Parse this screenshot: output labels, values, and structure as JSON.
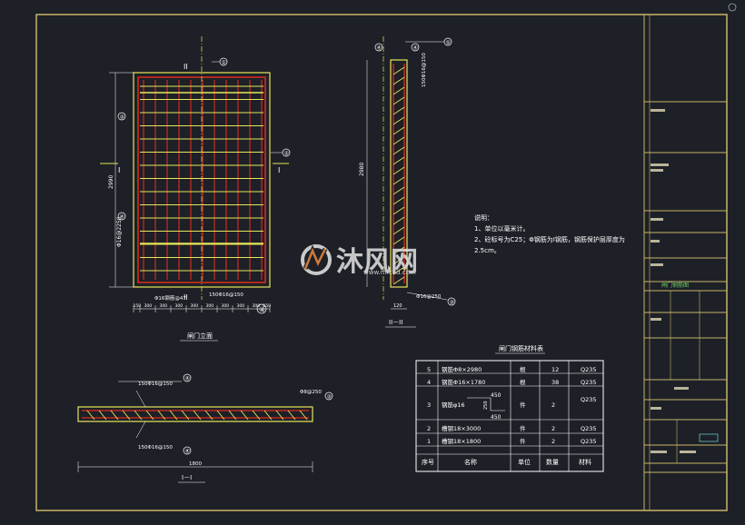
{
  "elevation": {
    "title": "闸门立面",
    "section_I": "I",
    "section_II": "II",
    "height_dim": "2990",
    "bottom_dims": [
      "150",
      "300",
      "300",
      "300",
      "300",
      "300",
      "300",
      "300",
      "300",
      "150"
    ],
    "spacing_note_left": "Φ16@2250",
    "callouts": [
      "①",
      "②",
      "③",
      "④"
    ],
    "bottom_label_left": "Φ16钢筋@47",
    "bottom_label_right": "150Φ16@150"
  },
  "section_2_2": {
    "title": "II－II",
    "height_dim": "2980",
    "top_note": "150Φ16@150",
    "bottom_note": "Φ16@250",
    "bottom_dim": "120",
    "callouts": [
      "④",
      "⑤",
      "③"
    ]
  },
  "section_1_1": {
    "title": "I－I",
    "top_note": "150Φ16@150",
    "bottom_note": "150Φ16@150",
    "right_note": "Φ8@250",
    "total_dim": "1800",
    "callouts": [
      "④",
      "③",
      "④"
    ]
  },
  "notes": {
    "heading": "说明：",
    "line1": "1、单位以毫米计。",
    "line2": "2、砼标号为C25；Φ钢筋为Ⅰ钢筋，钢筋保护层厚度为",
    "line3": "2.5cm。"
  },
  "table": {
    "title": "闸门钢筋材料表",
    "headers": [
      "序号",
      "名称",
      "单位",
      "数量",
      "材料"
    ],
    "rows": [
      {
        "no": "5",
        "name": "钢筋Φ8×2980",
        "unit": "根",
        "qty": "12",
        "mat": "Q235"
      },
      {
        "no": "4",
        "name": "钢筋Φ16×1780",
        "unit": "根",
        "qty": "38",
        "mat": "Q235"
      },
      {
        "no": "3",
        "name": "钢筋φ16",
        "unit": "件",
        "qty": "2",
        "mat": "Q235",
        "dims": [
          "450",
          "250",
          "450"
        ]
      },
      {
        "no": "2",
        "name": "槽钢18×3000",
        "unit": "件",
        "qty": "2",
        "mat": "Q235"
      },
      {
        "no": "1",
        "name": "槽钢18×1800",
        "unit": "件",
        "qty": "2",
        "mat": "Q235"
      }
    ]
  },
  "watermark": {
    "brand": "沐风网",
    "url": "www.mfcad.com"
  },
  "title_block": {
    "drawing_name": "闸门钢筋图"
  },
  "colors": {
    "background": "#1d2027",
    "frame": "#c8b46a",
    "linework": "#e8e65a",
    "rebar": "#e02a1e",
    "text": "#ffffff",
    "callout": "#ffffff"
  }
}
